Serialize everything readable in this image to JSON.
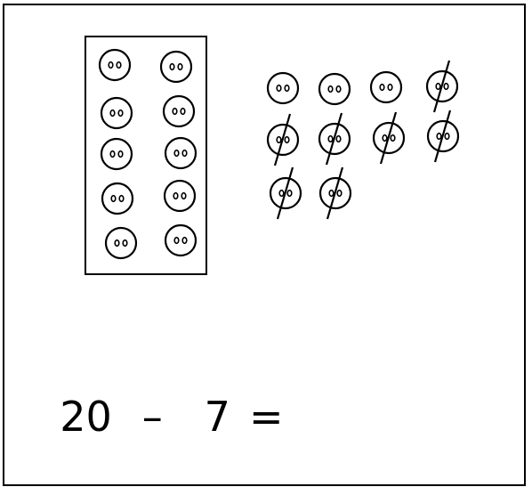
{
  "equation": {
    "minuend": "20",
    "minus": "–",
    "subtrahend": "7",
    "equals": "="
  },
  "ten_frame": {
    "counters": 10,
    "columns": 2,
    "crossed_out": 0
  },
  "loose_counters": {
    "counters": 10,
    "rows": [
      4,
      4,
      2
    ],
    "crossed_out": 7
  },
  "colors": {
    "ink": "#000000",
    "background": "#ffffff"
  }
}
